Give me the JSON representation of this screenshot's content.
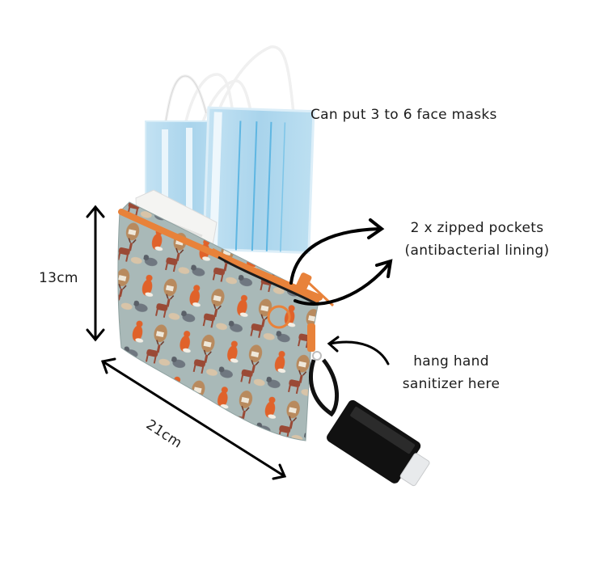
{
  "annotations": {
    "masks": "Can put 3 to 6 face masks",
    "pockets_line1": "2 x zipped pockets",
    "pockets_line2": "(antibacterial lining)",
    "sanitizer_line1": "hang hand",
    "sanitizer_line2": "sanitizer here",
    "height": "13cm",
    "width": "21cm"
  },
  "colors": {
    "background": "#ffffff",
    "pouch_fabric": "#a9b9b8",
    "zipper": "#e8823a",
    "mask_blue": "#a9d4ec",
    "mask_stripe": "#5fb6e2",
    "ear_loop": "#f2f2f2",
    "sanitizer_holder": "#111111",
    "arrow": "#000000",
    "fox": "#e0622a",
    "bear": "#b88a5e",
    "deer": "#9a4a36",
    "raccoon": "#6f7780"
  }
}
